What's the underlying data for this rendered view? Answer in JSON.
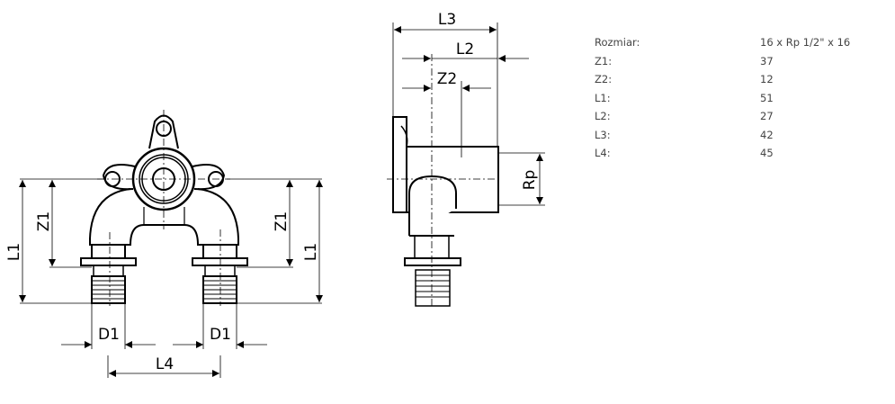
{
  "drawing": {
    "front_view": {
      "L1": "L1",
      "Z1": "Z1",
      "D1": "D1",
      "L4": "L4"
    },
    "side_view": {
      "L3": "L3",
      "L2": "L2",
      "Z2": "Z2",
      "Rp": "Rp"
    }
  },
  "specs": [
    {
      "label": "Rozmiar:",
      "value": "16 x Rp 1/2\" x 16"
    },
    {
      "label": "Z1:",
      "value": "37"
    },
    {
      "label": "Z2:",
      "value": "12"
    },
    {
      "label": "L1:",
      "value": "51"
    },
    {
      "label": "L2:",
      "value": "27"
    },
    {
      "label": "L3:",
      "value": "42"
    },
    {
      "label": "L4:",
      "value": "45"
    }
  ]
}
